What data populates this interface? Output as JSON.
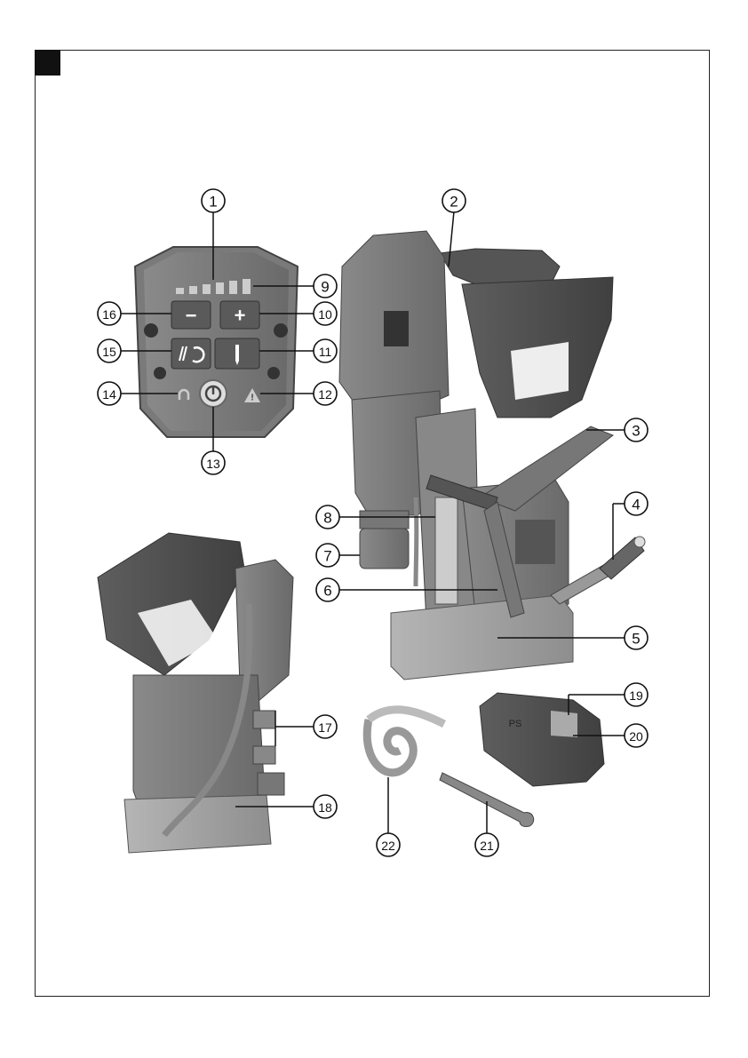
{
  "figure": {
    "panel_marker": "",
    "callouts": [
      {
        "id": "c1",
        "label": "1"
      },
      {
        "id": "c2",
        "label": "2"
      },
      {
        "id": "c3",
        "label": "3"
      },
      {
        "id": "c4",
        "label": "4"
      },
      {
        "id": "c5",
        "label": "5"
      },
      {
        "id": "c6",
        "label": "6"
      },
      {
        "id": "c7",
        "label": "7"
      },
      {
        "id": "c8",
        "label": "8"
      },
      {
        "id": "c9",
        "label": "9"
      },
      {
        "id": "c10",
        "label": "10"
      },
      {
        "id": "c11",
        "label": "11"
      },
      {
        "id": "c12",
        "label": "12"
      },
      {
        "id": "c13",
        "label": "13"
      },
      {
        "id": "c14",
        "label": "14"
      },
      {
        "id": "c15",
        "label": "15"
      },
      {
        "id": "c16",
        "label": "16"
      },
      {
        "id": "c17",
        "label": "17"
      },
      {
        "id": "c18",
        "label": "18"
      },
      {
        "id": "c19",
        "label": "19"
      },
      {
        "id": "c20",
        "label": "20"
      },
      {
        "id": "c21",
        "label": "21"
      },
      {
        "id": "c22",
        "label": "22"
      }
    ],
    "control_panel": {
      "minus_label": "−",
      "plus_label": "+",
      "warning_symbol": "!"
    },
    "battery_brand": "PS"
  }
}
